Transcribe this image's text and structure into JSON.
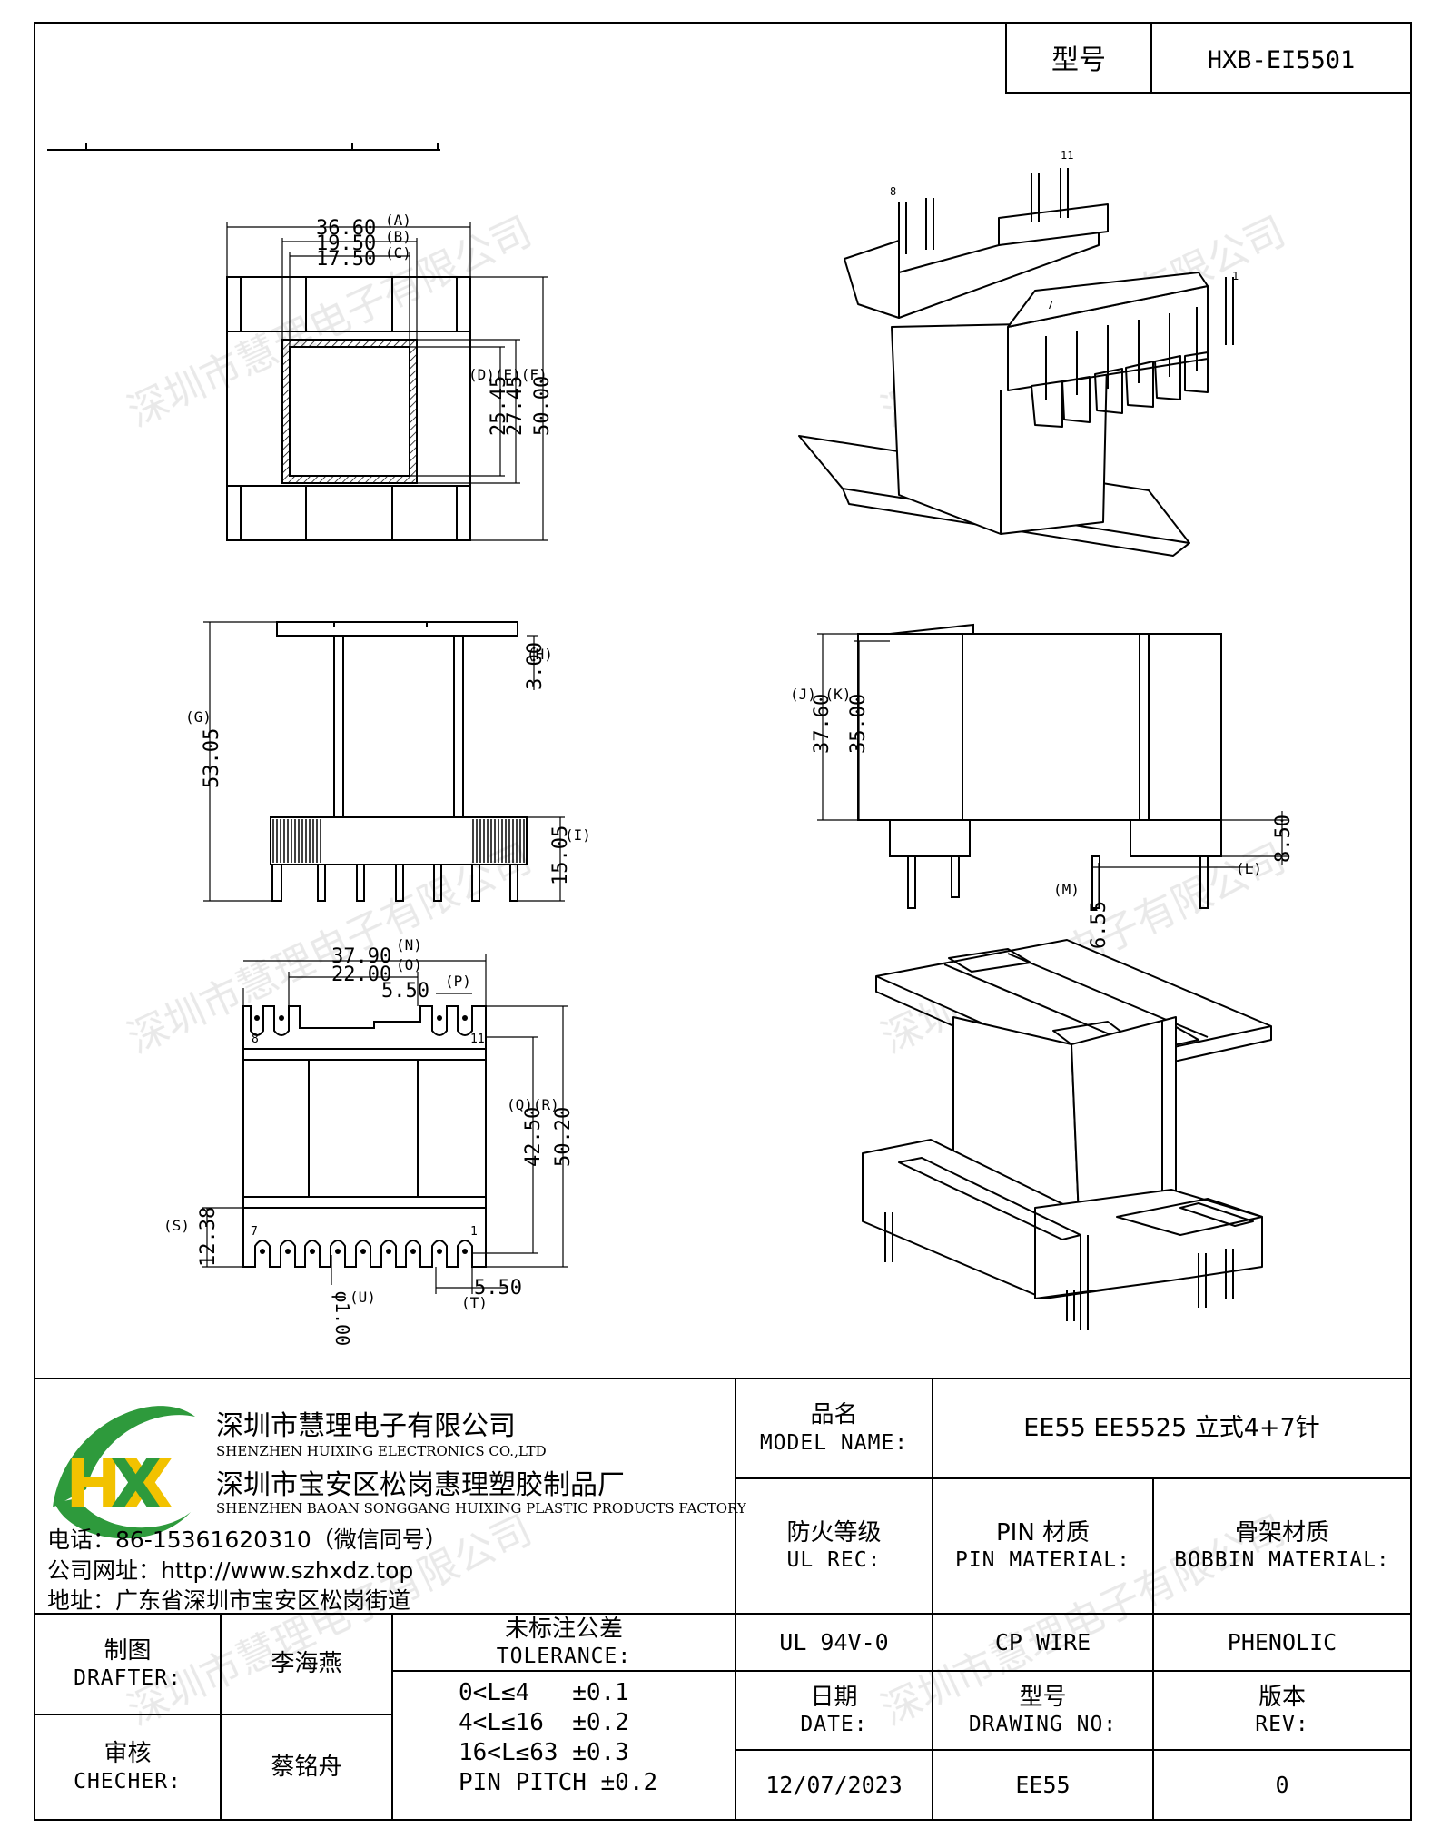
{
  "header": {
    "model_label": "型号",
    "model_value": "HXB-EI5501"
  },
  "dims": {
    "top": {
      "a": "36.60",
      "a_tag": "(A)",
      "b": "19.50",
      "b_tag": "(B)",
      "c": "17.50",
      "c_tag": "(C)",
      "d": "25.45",
      "e": "27.45",
      "f": "50.00",
      "def_tags": "(D)(E)(F)"
    },
    "front": {
      "g": "53.05",
      "g_tag": "(G)",
      "h": "3.00",
      "h_tag": "(H)",
      "i": "15.05",
      "i_tag": "(I)"
    },
    "side": {
      "j": "37.60",
      "k": "35.00",
      "jk_tags": "(J) (K)",
      "l": "8.50",
      "l_tag": "(L)",
      "m": "6.55",
      "m_tag": "(M)"
    },
    "bottom": {
      "n": "37.90",
      "n_tag": "(N)",
      "o": "22.00",
      "o_tag": "(O)",
      "p": "5.50",
      "p_tag": "(P)",
      "q": "42.50",
      "r": "50.20",
      "qr_tags": "(Q)(R)",
      "s": "12.38",
      "s_tag": "(S)",
      "t": "5.50",
      "t_tag": "(T)",
      "u": "φ1.00",
      "u_tag": "(U)",
      "pin8": "8",
      "pin11": "11",
      "pin7": "7",
      "pin1": "1"
    },
    "iso_top": {
      "pin8": "8",
      "pin11": "11",
      "pin7": "7",
      "pin1": "1"
    }
  },
  "watermark": "深圳市慧理电子有限公司",
  "company": {
    "logo_text": "HX",
    "name_cn": "深圳市慧理电子有限公司",
    "name_en": "SHENZHEN HUIXING ELECTRONICS CO.,LTD",
    "factory_cn": "深圳市宝安区松岗惠理塑胶制品厂",
    "factory_en": "SHENZHEN BAOAN SONGGANG HUIXING PLASTIC PRODUCTS FACTORY",
    "phone": "电话：86-15361620310（微信同号）",
    "website": "公司网址：http://www.szhxdz.top",
    "address": "地址：广东省深圳市宝安区松岗街道"
  },
  "title_block": {
    "model_name_cn": "品名",
    "model_name_en": "MODEL NAME:",
    "model_name_value": "EE55 EE5525 立式4+7针",
    "ul_cn": "防火等级",
    "ul_en": "UL REC:",
    "pin_cn": "PIN 材质",
    "pin_en": "PIN MATERIAL:",
    "bobbin_cn": "骨架材质",
    "bobbin_en": "BOBBIN MATERIAL:",
    "ul_value": "UL 94V-0",
    "pin_value": "CP WIRE",
    "bobbin_value": "PHENOLIC",
    "drafter_cn": "制图",
    "drafter_en": "DRAFTER:",
    "drafter_name": "李海燕",
    "checker_cn": "审核",
    "checker_en": "CHECHER:",
    "checker_name": "蔡铭舟",
    "tolerance_cn": "未标注公差",
    "tolerance_en": "TOLERANCE:",
    "tolerance_lines": [
      "0<L≤4   ±0.1",
      "4<L≤16  ±0.2",
      "16<L≤63 ±0.3",
      "PIN PITCH ±0.2"
    ],
    "date_cn": "日期",
    "date_en": "DATE:",
    "date_value": "12/07/2023",
    "drawing_cn": "型号",
    "drawing_en": "DRAWING NO:",
    "drawing_value": "EE55",
    "rev_cn": "版本",
    "rev_en": "REV:",
    "rev_value": "0"
  }
}
